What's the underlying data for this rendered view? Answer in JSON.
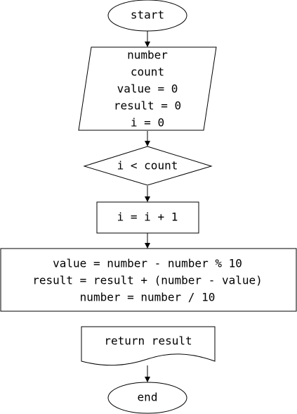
{
  "flowchart": {
    "start": {
      "label": "start"
    },
    "input": {
      "lines": [
        "number",
        "count",
        "value = 0",
        "result = 0",
        "i = 0"
      ]
    },
    "decision": {
      "label": "i < count"
    },
    "increment": {
      "label": "i = i + 1"
    },
    "process": {
      "lines": [
        "value = number - number % 10",
        "result = result + (number - value)",
        "number = number / 10"
      ]
    },
    "output": {
      "label": "return result"
    },
    "end": {
      "label": "end"
    }
  },
  "colors": {
    "stroke": "#000000",
    "fill": "#ffffff",
    "text": "#000000"
  }
}
